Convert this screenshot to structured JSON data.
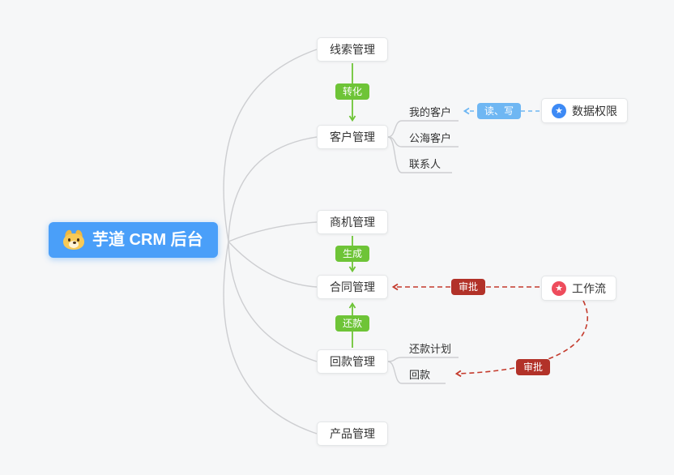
{
  "root": {
    "label": "芋道 CRM 后台"
  },
  "modules": [
    {
      "id": "leads",
      "label": "线索管理"
    },
    {
      "id": "customers",
      "label": "客户管理"
    },
    {
      "id": "opportunities",
      "label": "商机管理"
    },
    {
      "id": "contracts",
      "label": "合同管理"
    },
    {
      "id": "receivables",
      "label": "回款管理"
    },
    {
      "id": "products",
      "label": "产品管理"
    }
  ],
  "customer_children": [
    {
      "label": "我的客户"
    },
    {
      "label": "公海客户"
    },
    {
      "label": "联系人"
    }
  ],
  "receivable_children": [
    {
      "label": "还款计划"
    },
    {
      "label": "回款"
    }
  ],
  "side_nodes": [
    {
      "id": "data-permission",
      "label": "数据权限",
      "icon": "star",
      "glyph": "★"
    },
    {
      "id": "workflow",
      "label": "工作流",
      "icon": "star",
      "glyph": "★"
    }
  ],
  "edge_labels": {
    "convert": "转化",
    "generate": "生成",
    "repay": "还款",
    "read_write": "读、写",
    "approve_contract": "审批",
    "approve_receivable": "审批"
  },
  "colors": {
    "root_bg": "#4a9ff9",
    "green": "#6ec437",
    "blue": "#6fb7f3",
    "red_badge": "#b23229",
    "red_line": "#c43a2c",
    "star_blue": "#3d8af5",
    "star_red": "#ee4c5c"
  }
}
